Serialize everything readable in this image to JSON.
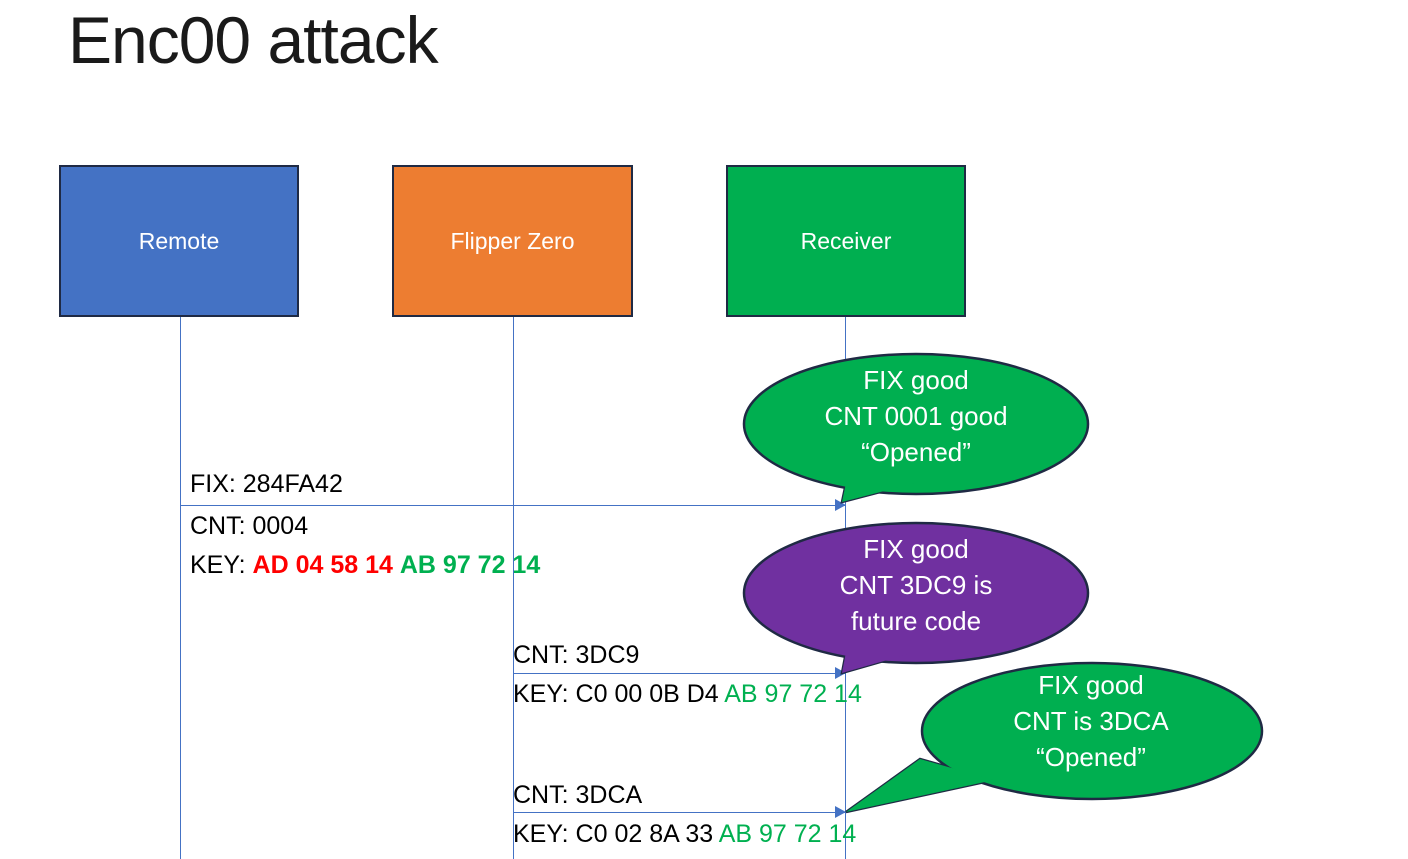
{
  "slide": {
    "title": "Enc00 attack",
    "background": "#FFFFFF"
  },
  "colors": {
    "remote": "#4472C4",
    "flipper": "#ED7D31",
    "receiver": "#00AF50",
    "callout_green": "#00AF50",
    "callout_purple": "#7030A0",
    "outline": "#1F2A44",
    "lifeline": "#4472C4",
    "key_red": "#FF0000",
    "key_green": "#00B050",
    "text_dark": "#000000"
  },
  "actors": [
    {
      "id": "remote",
      "label": "Remote",
      "color": "#4472C4"
    },
    {
      "id": "flipper",
      "label": "Flipper Zero",
      "color": "#ED7D31"
    },
    {
      "id": "receiver",
      "label": "Receiver",
      "color": "#00AF50"
    }
  ],
  "messages": [
    {
      "from": "remote",
      "to": "receiver",
      "fix_label": "FIX: 284FA42",
      "cnt_label": "CNT: 0004",
      "key_prefix": "KEY: ",
      "key_first": "AD 04 58 14",
      "key_second": "AB 97 72 14"
    },
    {
      "from": "flipper",
      "to": "receiver",
      "cnt_label": "CNT: 3DC9",
      "key_prefix": "KEY: C0 00 0B D4 ",
      "key_second": "AB 97 72 14"
    },
    {
      "from": "flipper",
      "to": "receiver",
      "cnt_label": "CNT: 3DCA",
      "key_prefix": "KEY: C0 02 8A 33 ",
      "key_second": "AB 97 72 14"
    }
  ],
  "callouts": [
    {
      "id": "callout-fix-good-0001",
      "color": "#00AF50",
      "line1": "FIX good",
      "line2": "CNT 0001 good",
      "line3": "“Opened”"
    },
    {
      "id": "callout-future-code",
      "color": "#7030A0",
      "line1": "FIX good",
      "line2": "CNT 3DC9 is",
      "line3": "future code"
    },
    {
      "id": "callout-fix-good-3dca",
      "color": "#00AF50",
      "line1": "FIX good",
      "line2": "CNT is 3DCA",
      "line3": "“Opened”"
    }
  ]
}
